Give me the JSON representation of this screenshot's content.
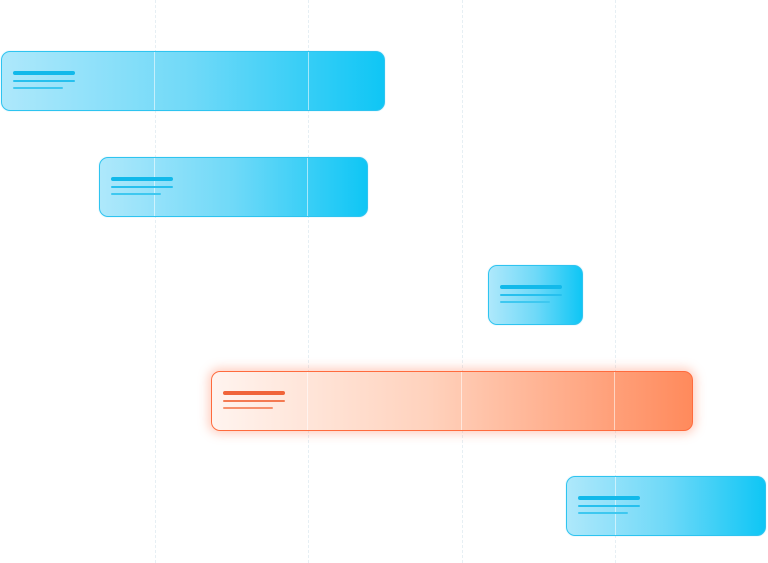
{
  "chart_data": {
    "type": "gantt",
    "title": "",
    "xlabel": "",
    "ylabel": "",
    "x_domain": [
      0,
      5
    ],
    "gridlines_at": [
      1,
      2,
      3,
      4
    ],
    "bars": [
      {
        "start": 0.0,
        "end": 2.5,
        "row": 0,
        "highlighted": false
      },
      {
        "start": 0.64,
        "end": 2.39,
        "row": 1,
        "highlighted": false
      },
      {
        "start": 3.17,
        "end": 3.79,
        "row": 2,
        "highlighted": false
      },
      {
        "start": 1.37,
        "end": 4.51,
        "row": 3,
        "highlighted": true
      },
      {
        "start": 3.68,
        "end": 4.98,
        "row": 4,
        "highlighted": false
      }
    ]
  },
  "colors": {
    "blue_start": "#aee8fb",
    "blue_end": "#0fc6f5",
    "blue_border": "#2ec4f0",
    "orange_start": "#fff4ef",
    "orange_end": "#ff8a5c",
    "orange_border": "#ff6b3d"
  },
  "icons": []
}
